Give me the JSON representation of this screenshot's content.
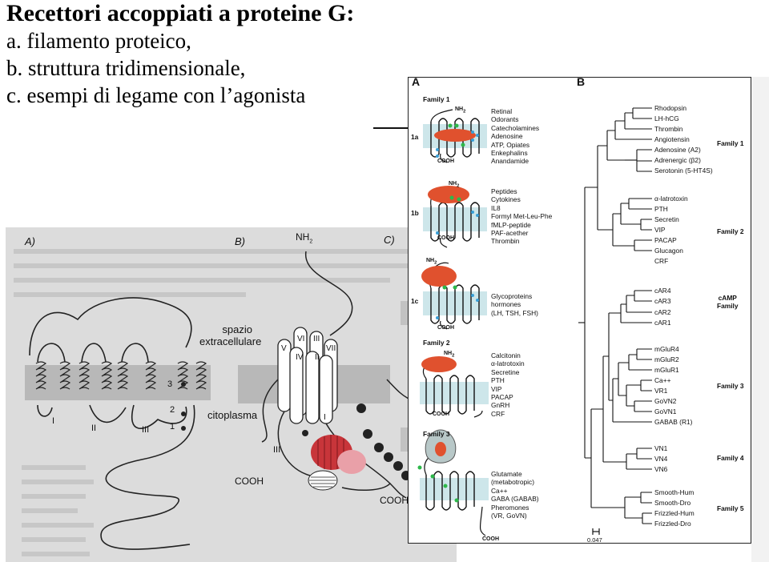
{
  "slide": {
    "title": "Recettori accoppiati a proteine G:",
    "items": [
      "a. filamento proteico,",
      "b. struttura tridimensionale,",
      "c. esempi di legame con l’agonista"
    ]
  },
  "left_figure": {
    "panel_a": "A)",
    "panel_b": "B)",
    "panel_c": "C)",
    "nh2": "NH",
    "nh2_sub": "2",
    "extracellular": [
      "spazio",
      "extracellulare"
    ],
    "cytoplasm": "citoplasma",
    "cooh_a": "COOH",
    "cooh_c": "COOH",
    "loops_a": [
      "I",
      "II",
      "III"
    ],
    "markers": [
      "1",
      "2",
      "3"
    ],
    "helices": [
      "V",
      "VI",
      "III",
      "VII",
      "IV",
      "II",
      "I"
    ],
    "loop_iii_b": "III",
    "colors": {
      "red": "#c8353a",
      "pink": "#e9a0a8",
      "gray": "#c9c9c9",
      "dark": "#222222"
    }
  },
  "right_figure": {
    "panel_a": "A",
    "panel_b": "B",
    "families_left": [
      {
        "label": "Family 1",
        "sub": "1a",
        "nh2": "NH",
        "nh2_sub": "2",
        "cooh": "COOH",
        "ligands": [
          "Retinal",
          "Odorants",
          "Catecholamines",
          "Adenosine",
          "ATP, Opiates",
          "Enkephalins",
          "Anandamide"
        ]
      },
      {
        "sub": "1b",
        "nh2": "NH",
        "nh2_sub": "2",
        "cooh": "COOH",
        "ligands": [
          "Peptides",
          "Cytokines",
          "IL8",
          "Formyl Met-Leu-Phe",
          "fMLP-peptide",
          "PAF-acether",
          "Thrombin"
        ]
      },
      {
        "sub": "1c",
        "nh2": "NH",
        "nh2_sub": "2",
        "cooh": "COOH",
        "ligands": [
          "Glycoproteins",
          "hormones",
          "(LH, TSH, FSH)"
        ]
      },
      {
        "label": "Family 2",
        "nh2": "NH",
        "nh2_sub": "2",
        "cooh": "COOH",
        "ligands": [
          "Calcitonin",
          "α-latrotoxin",
          "Secretine",
          "PTH",
          "VIP",
          "PACAP",
          "GnRH",
          "CRF"
        ]
      },
      {
        "label": "Family 3",
        "cooh": "COOH",
        "ligands": [
          "Glutamate",
          "(metabotropic)",
          "Ca++",
          "GABA (GABAB)",
          "Pheromones",
          "(VR, GoVN)"
        ]
      }
    ],
    "tree_groups": [
      {
        "family": [
          "Family 1"
        ],
        "leaves": [
          "Rhodopsin",
          "LH-hCG",
          "Thrombin",
          "Angiotensin",
          "Adenosine (A2)",
          "Adrenergic (β2)",
          "Serotonin (5-HT4S)"
        ]
      },
      {
        "family": [
          "Family 2"
        ],
        "leaves": [
          "α-latrotoxin",
          "PTH",
          "Secretin",
          "VIP",
          "PACAP",
          "Glucagon",
          "CRF"
        ]
      },
      {
        "family": [
          "cAMP",
          "Family"
        ],
        "leaves": [
          "cAR4",
          "cAR3",
          "cAR2",
          "cAR1"
        ]
      },
      {
        "family": [
          "Family 3"
        ],
        "leaves": [
          "mGluR4",
          "mGluR2",
          "mGluR1",
          "Ca++",
          "VR1",
          "GoVN2",
          "GoVN1",
          "GABAB (R1)"
        ]
      },
      {
        "family": [
          "Family 4"
        ],
        "leaves": [
          "VN1",
          "VN4",
          "VN6"
        ]
      },
      {
        "family": [
          "Family 5"
        ],
        "leaves": [
          "Smooth-Hum",
          "Smooth-Dro",
          "Frizzled-Hum",
          "Frizzled-Dro"
        ]
      }
    ],
    "scale_value": "0.047",
    "colors": {
      "red": "#e0512e",
      "green": "#2db84a",
      "blue": "#3aa0d8",
      "band": "#cde6ea"
    }
  }
}
